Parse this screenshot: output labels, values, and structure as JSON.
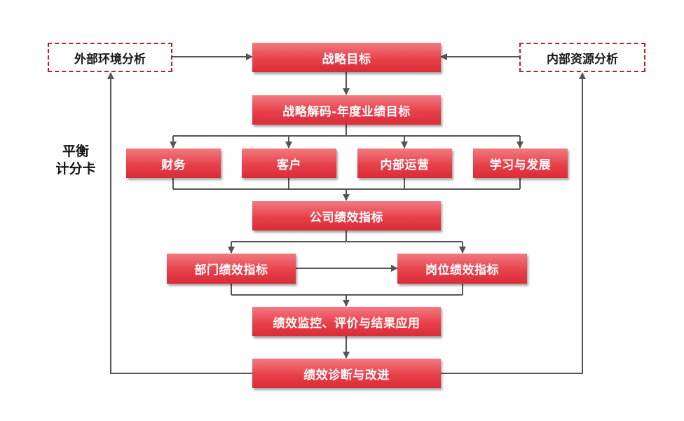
{
  "external_analysis": "外部环境分析",
  "internal_analysis": "内部资源分析",
  "strategy_goal": "战略目标",
  "strategy_decode": "战略解码-年度业绩目标",
  "perspectives": [
    {
      "label": "财务"
    },
    {
      "label": "客户"
    },
    {
      "label": "内部运营"
    },
    {
      "label": "学习与发展"
    }
  ],
  "company_kpi": "公司绩效指标",
  "dept_kpi": "部门绩效指标",
  "position_kpi": "岗位绩效指标",
  "monitor_evaluate": "绩效监控、评价与结果应用",
  "diagnose_improve": "绩效诊断与改进",
  "balanced_scorecard": {
    "line1": "平衡",
    "line2": "计分卡"
  },
  "colors": {
    "box_top": "#f27a82",
    "box_bottom": "#d92c38",
    "dashed_border": "#b8202a",
    "connector": "#555555"
  }
}
